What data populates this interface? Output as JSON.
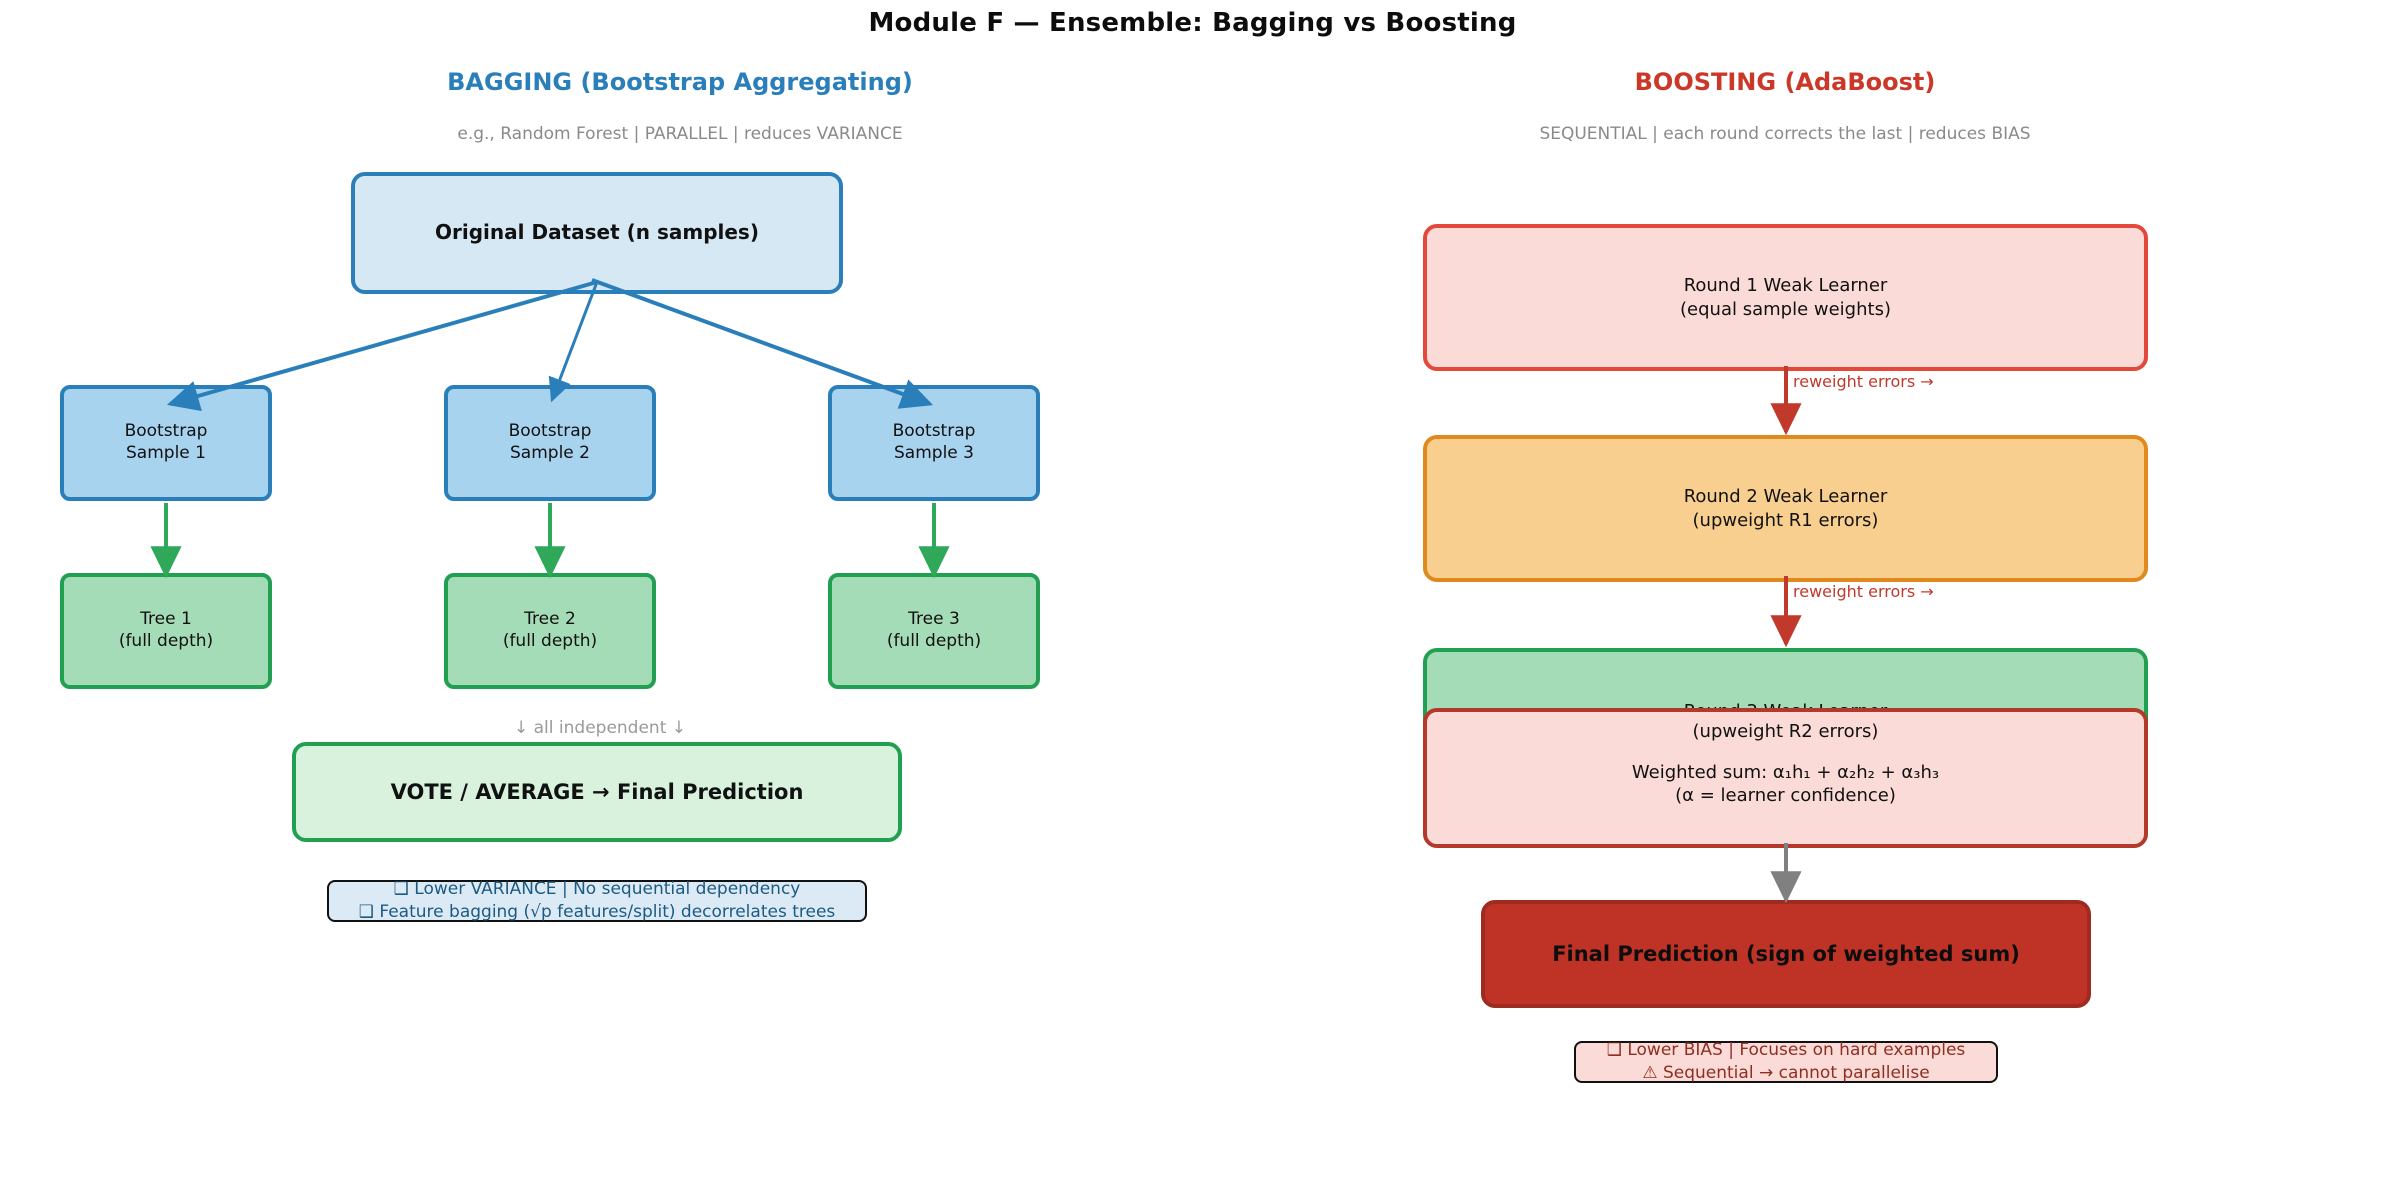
{
  "page": {
    "title": "Module F — Ensemble: Bagging vs Boosting",
    "background": "#ffffff"
  },
  "colors": {
    "bagging_accent": "#2a7fba",
    "boosting_accent": "#cc3828",
    "dataset_fill": "#d7e8f5",
    "dataset_stroke": "#2a7fba",
    "sample_fill": "#a8d3ee",
    "sample_stroke": "#2a7fba",
    "tree_fill": "#a5dcb8",
    "tree_stroke": "#21a052",
    "vote_fill": "#d8f2de",
    "vote_stroke": "#21a052",
    "note_left_fill": "#dceaf6",
    "note_left_stroke": "#111111",
    "note_left_text": "#1d5a82",
    "round1_fill": "#fadbd7",
    "round1_stroke": "#e2493a",
    "round2_fill": "#f8cf8f",
    "round2_stroke": "#e08a1e",
    "round3_fill": "#a5dcb8",
    "round3_stroke": "#21a052",
    "wsum_fill": "#fadbd7",
    "wsum_stroke": "#b3392b",
    "final_fill": "#bf3326",
    "final_stroke": "#9e2b20",
    "note_right_fill": "#fadbd7",
    "note_right_stroke": "#111111",
    "note_right_text": "#8f2f22",
    "arrow_blue": "#2a7fba",
    "arrow_green": "#2fa85a",
    "arrow_red": "#c0392b",
    "arrow_gray": "#808080",
    "muted_text": "#8a8a8a"
  },
  "bagging": {
    "title": "BAGGING  (Bootstrap Aggregating)",
    "subtitle": "e.g., Random Forest  |  PARALLEL  |  reduces VARIANCE",
    "dataset": "Original Dataset (n samples)",
    "samples": [
      {
        "line1": "Bootstrap",
        "line2": "Sample 1"
      },
      {
        "line1": "Bootstrap",
        "line2": "Sample 2"
      },
      {
        "line1": "Bootstrap",
        "line2": "Sample 3"
      }
    ],
    "trees": [
      {
        "line1": "Tree 1",
        "line2": "(full depth)"
      },
      {
        "line1": "Tree 2",
        "line2": "(full depth)"
      },
      {
        "line1": "Tree 3",
        "line2": "(full depth)"
      }
    ],
    "independent_label": "↓  all independent  ↓",
    "vote": "VOTE / AVERAGE  →  Final Prediction",
    "note": {
      "line1": "❑  Lower VARIANCE  |  No sequential dependency",
      "line2": "❑  Feature bagging (√p features/split) decorrelates trees"
    }
  },
  "boosting": {
    "title": "BOOSTING  (AdaBoost)",
    "subtitle": "SEQUENTIAL  |  each round corrects the last  |  reduces BIAS",
    "rounds": [
      {
        "line1": "Round 1  Weak Learner",
        "line2": "(equal sample weights)"
      },
      {
        "line1": "Round 2  Weak Learner",
        "line2": "(upweight R1 errors)"
      },
      {
        "line1": "Round 3  Weak Learner",
        "line2": "(upweight R2 errors)"
      }
    ],
    "reweight_labels": [
      "reweight errors →",
      "reweight errors →"
    ],
    "weighted_sum": {
      "line1": "Weighted sum:  α₁h₁ + α₂h₂ + α₃h₃",
      "line2": "(α = learner confidence)"
    },
    "final": "Final Prediction  (sign of weighted sum)",
    "note": {
      "line1": "❑ Lower BIAS  |  Focuses on hard examples",
      "line2": "⚠  Sequential → cannot parallelise"
    }
  }
}
